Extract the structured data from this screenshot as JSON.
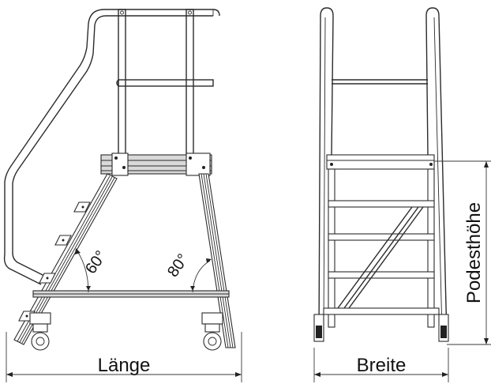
{
  "labels": {
    "length": "Länge",
    "width": "Breite",
    "platform_height": "Podesthöhe",
    "angle_front": "60°",
    "angle_rear": "80°"
  },
  "colors": {
    "line": "#2b2b2b",
    "background": "#ffffff"
  }
}
